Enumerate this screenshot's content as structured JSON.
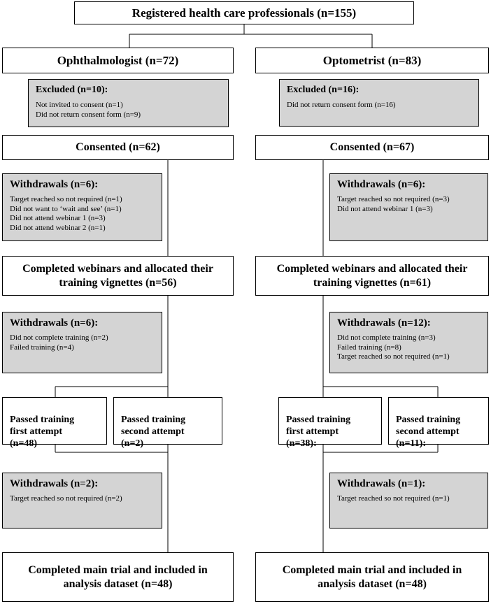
{
  "registered": "Registered health care professionals (n=155)",
  "ophth": {
    "group": "Ophthalmologist (n=72)",
    "excluded": {
      "title": "Excluded (n=10):",
      "items": [
        "Not invited to consent (n=1)",
        "Did not return consent form (n=9)"
      ]
    },
    "consented": "Consented (n=62)",
    "withdrawals1": {
      "title": "Withdrawals (n=6):",
      "items": [
        "Target reached so not required (n=1)",
        "Did not want to ‘wait and see’ (n=1)",
        "Did not attend webinar 1 (n=3)",
        "Did not attend webinar 2 (n=1)"
      ]
    },
    "webinars": "Completed webinars and allocated their training vignettes (n=56)",
    "withdrawals2": {
      "title": "Withdrawals (n=6):",
      "items": [
        "Did not complete training (n=2)",
        "Failed training (n=4)"
      ]
    },
    "passed_first": "Passed training\nfirst attempt\n(n=48)",
    "passed_second": "Passed training\nsecond attempt\n(n=2)",
    "withdrawals3": {
      "title": "Withdrawals (n=2):",
      "items": [
        "Target reached so not required (n=2)"
      ]
    },
    "final": "Completed main trial and included in analysis dataset (n=48)"
  },
  "optom": {
    "group": "Optometrist (n=83)",
    "excluded": {
      "title": "Excluded (n=16):",
      "items": [
        "Did not return consent form (n=16)"
      ]
    },
    "consented": "Consented (n=67)",
    "withdrawals1": {
      "title": "Withdrawals (n=6):",
      "items": [
        "Target reached so not required (n=3)",
        "Did not attend webinar 1 (n=3)"
      ]
    },
    "webinars": "Completed webinars and allocated their training vignettes (n=61)",
    "withdrawals2": {
      "title": "Withdrawals (n=12):",
      "items": [
        "Did not complete training (n=3)",
        "Failed training (n=8)",
        "Target reached so not required (n=1)"
      ]
    },
    "passed_first": "Passed training\nfirst attempt\n(n=38):",
    "passed_second": "Passed training\nsecond attempt\n(n=11):",
    "withdrawals3": {
      "title": "Withdrawals (n=1):",
      "items": [
        "Target reached so not required (n=1)"
      ]
    },
    "final": "Completed main trial and included in analysis dataset (n=48)"
  }
}
